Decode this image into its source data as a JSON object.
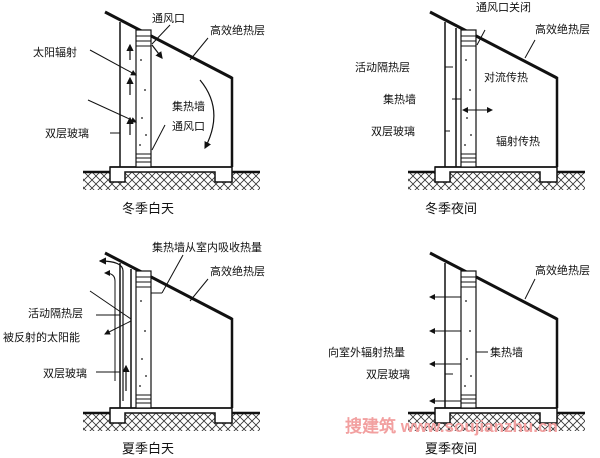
{
  "panels": [
    {
      "caption": "冬季白天",
      "labels": [
        "通风口",
        "高效绝热层",
        "太阳辐射",
        "集热墙",
        "通风口",
        "双层玻璃"
      ]
    },
    {
      "caption": "冬季夜间",
      "labels": [
        "通风口关闭",
        "高效绝热层",
        "活动隔热层",
        "集热墙",
        "双层玻璃",
        "对流传热",
        "辐射传热"
      ]
    },
    {
      "caption": "夏季白天",
      "labels": [
        "集热墙从室内吸收热量",
        "高效绝热层",
        "活动隔热层",
        "被反射的太阳能",
        "双层玻璃"
      ]
    },
    {
      "caption": "夏季夜间",
      "labels": [
        "高效绝热层",
        "向室外辐射热量",
        "集热墙",
        "双层玻璃"
      ]
    }
  ],
  "watermark": "搜建筑 www.soujianzhu.cn"
}
